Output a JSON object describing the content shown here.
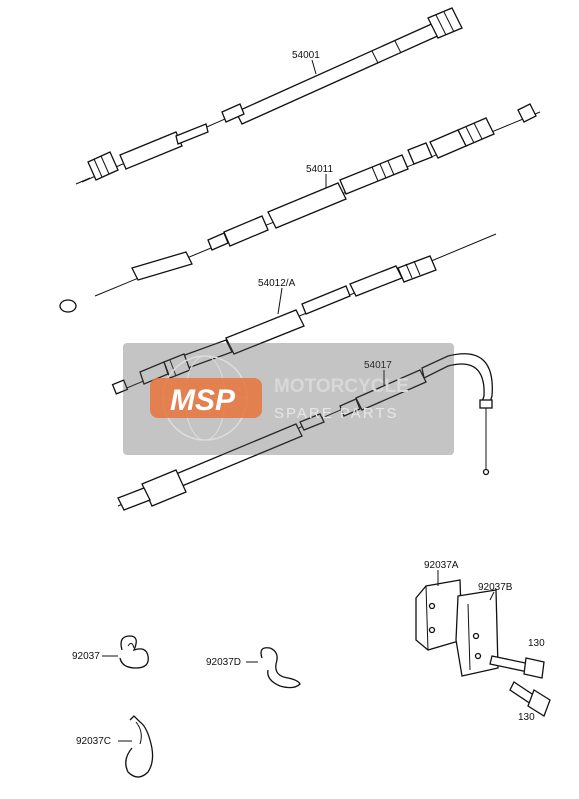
{
  "labels": {
    "p64001": "54001",
    "p54011": "54011",
    "p54012a": "54012/A",
    "p54017": "54017",
    "p92037a": "92037A",
    "p92037b": "92037B",
    "p130a": "130",
    "p130b": "130",
    "p92037": "92037",
    "p92037d": "92037D",
    "p92037c": "92037C"
  },
  "watermark": {
    "logo": "MSP",
    "title": "MOTORCYCLE",
    "subtitle": "SPARE PARTS"
  },
  "colors": {
    "watermark_accent": "#e8743b",
    "ink": "#111111"
  }
}
